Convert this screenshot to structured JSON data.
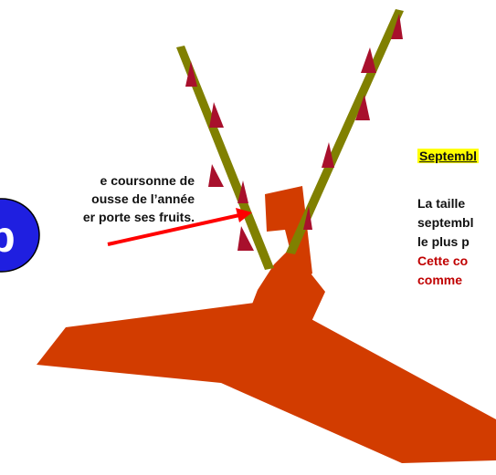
{
  "left_caption": {
    "lines": [
      "e coursonne de",
      "ousse de l’année",
      "er porte ses fruits."
    ]
  },
  "right_caption": {
    "heading": "Septembl",
    "lines": [
      {
        "text": "La taille",
        "color": "#111111"
      },
      {
        "text": "septembl",
        "color": "#111111"
      },
      {
        "text": "le plus p",
        "color": "#111111"
      },
      {
        "text": "Cette co",
        "color": "#c00000"
      },
      {
        "text": "comme",
        "color": "#c00000"
      }
    ]
  },
  "badge": {
    "label": "b"
  },
  "colors": {
    "trunk": "#d23c00",
    "branch": "#808000",
    "bud": "#a8102c",
    "arrow": "#ff0000",
    "badge_fill": "#1f1fe0",
    "heading_bg": "#ffff00"
  }
}
